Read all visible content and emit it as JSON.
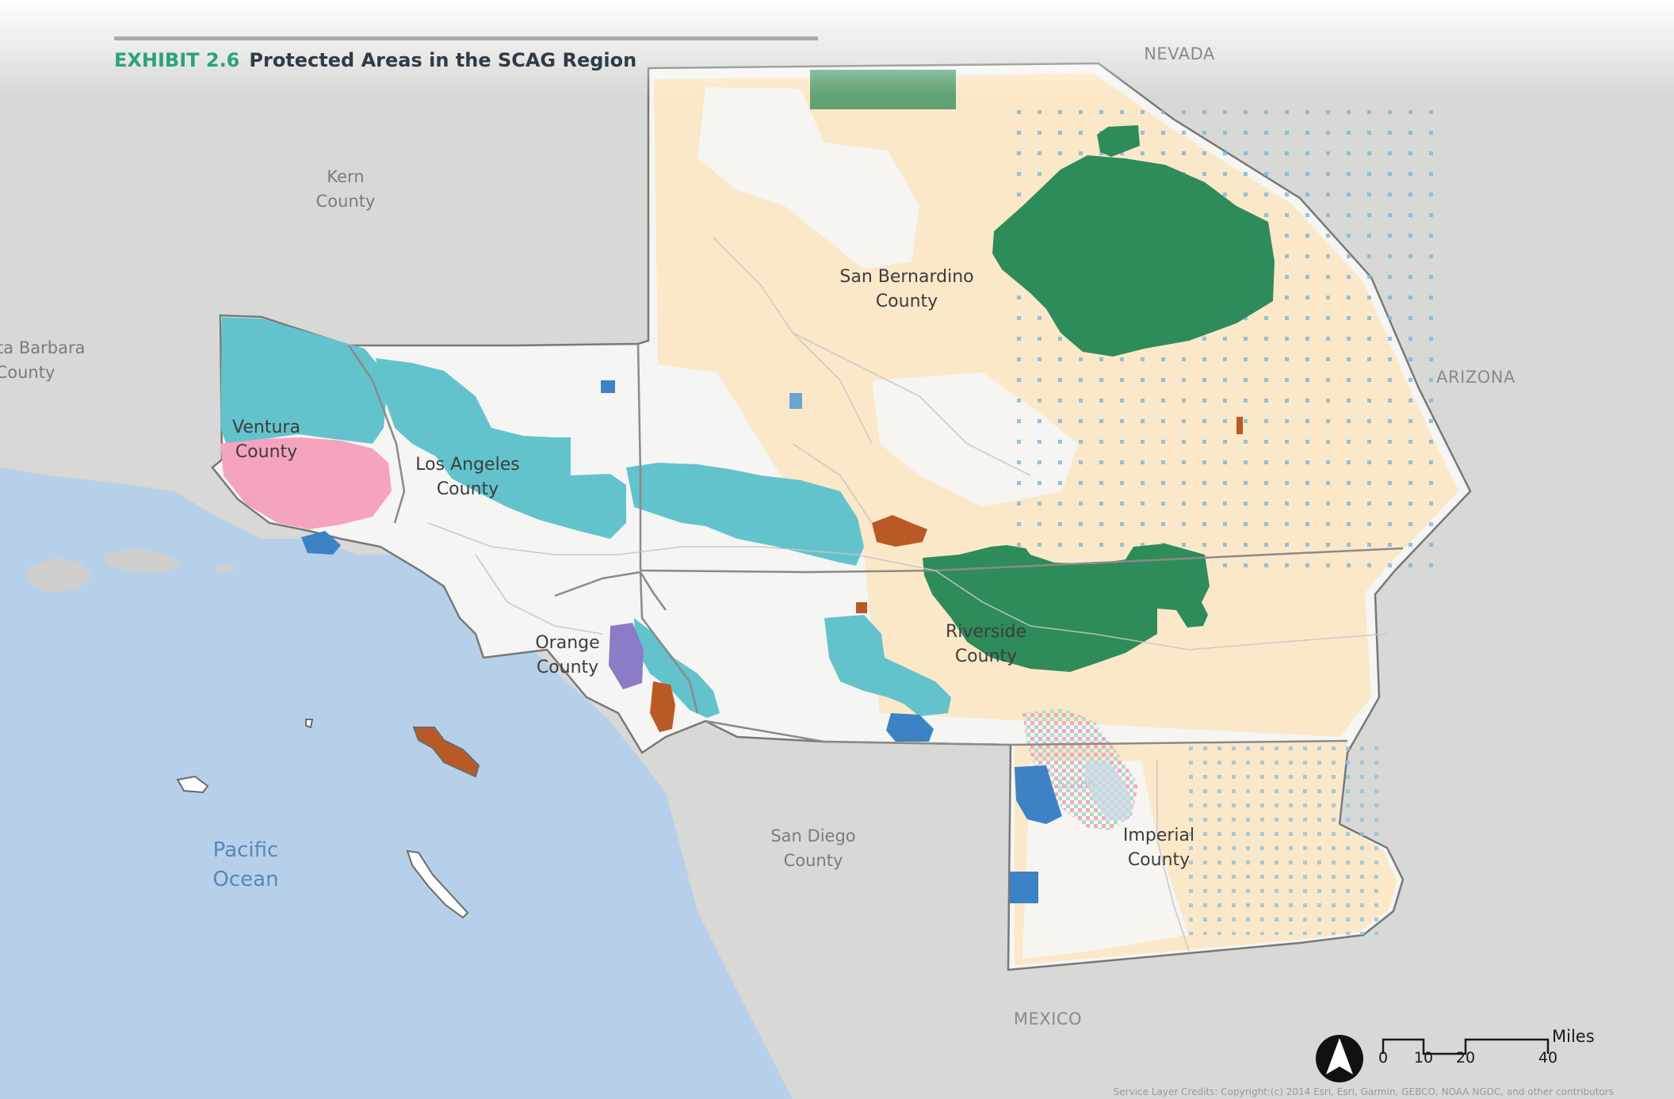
{
  "header": {
    "exhibit_number": "EXHIBIT 2.6",
    "title": "Protected Areas in the SCAG Region"
  },
  "counties": {
    "san_bernardino": [
      "San Bernardino",
      "County"
    ],
    "ventura": [
      "Ventura",
      "County"
    ],
    "los_angeles": [
      "Los Angeles",
      "County"
    ],
    "orange": [
      "Orange",
      "County"
    ],
    "riverside": [
      "Riverside",
      "County"
    ],
    "imperial": [
      "Imperial",
      "County"
    ]
  },
  "context_labels": {
    "kern": [
      "Kern",
      "County"
    ],
    "santa_barbara": [
      "Santa Barbara",
      "County"
    ],
    "san_diego": [
      "San Diego",
      "County"
    ],
    "nevada": "NEVADA",
    "arizona": "ARIZONA",
    "mexico": "MEXICO",
    "pacific_ocean": [
      "Pacific",
      "Ocean"
    ],
    "salton_sea": "Salton"
  },
  "scale_bar": {
    "unit": "Miles",
    "ticks": [
      "0",
      "10",
      "20",
      "40"
    ]
  },
  "credits": "Service Layer Credits: Copyright:(c) 2014 Esri, Esri, Garmin, GEBCO, NOAA NGDC, and other contributors",
  "colors": {
    "title_accent": "#2aa37a",
    "title_text": "#2f3b47",
    "ocean": "#b7d0ea",
    "land_outside": "#d8d8d6",
    "region_base": "#f5f5f3",
    "desert_blm": "#fbe8c8",
    "national_park": "#2e8b5a",
    "national_forest": "#63c3cc",
    "state_park": "#f5a3bf",
    "local_open_space": "#3d82c4",
    "military": "#b95a26",
    "conservancy": "#8d7bc7"
  }
}
